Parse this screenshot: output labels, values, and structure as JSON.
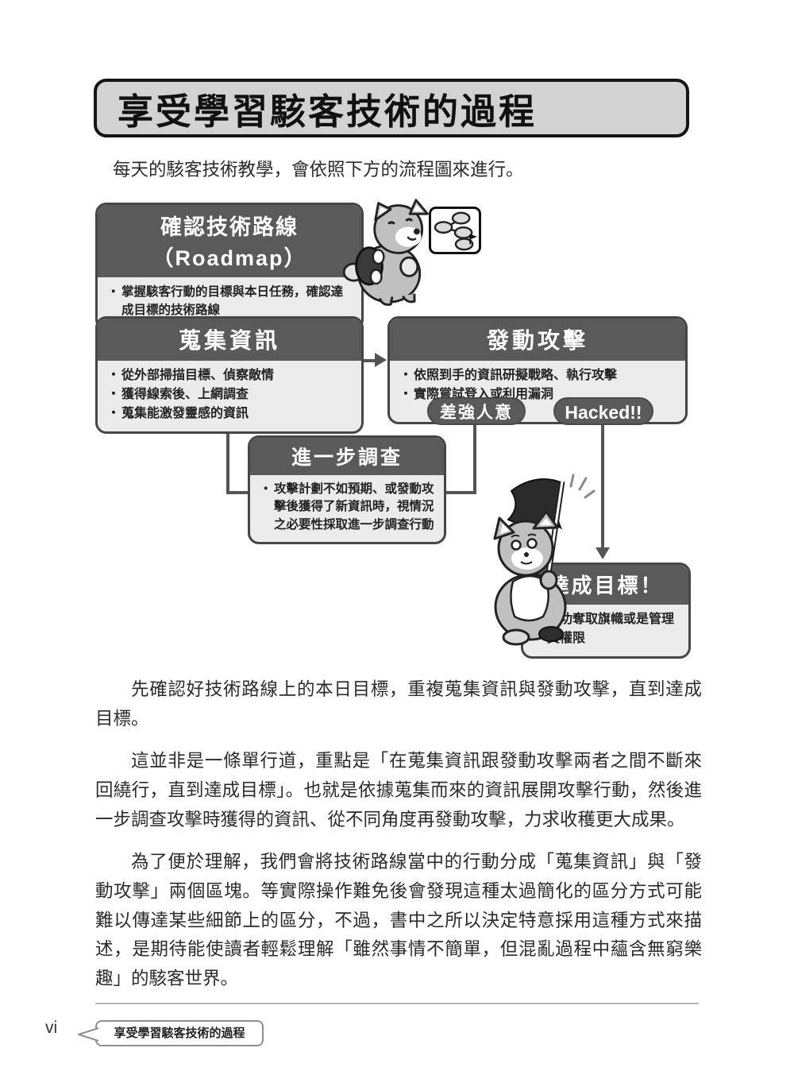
{
  "page": {
    "title": "享受學習駭客技術的過程",
    "intro": "每天的駭客技術教學，會依照下方的流程圖來進行。",
    "page_number": "vi",
    "footer_tab_label": "享受學習駭客技術的過程"
  },
  "flowchart": {
    "boxes": [
      {
        "title": "確認技術路線（Roadmap）",
        "bullets": [
          "掌握駭客行動的目標與本日任務，確認達成目標的技術路線"
        ]
      },
      {
        "title": "蒐集資訊",
        "bullets": [
          "從外部掃描目標、偵察敵情",
          "獲得線索後、上網調查",
          "蒐集能激發靈感的資訊"
        ]
      },
      {
        "title": "發動攻擊",
        "bullets": [
          "依照到手的資訊研擬戰略、執行攻擊",
          "實際嘗試登入或利用漏洞"
        ]
      },
      {
        "title": "進一步調查",
        "bullets": [
          "攻擊計劃不如預期、或發動攻擊後獲得了新資訊時，視情況之必要性採取進一步調查行動"
        ]
      },
      {
        "title": "達成目標！",
        "bullets": [
          "成功奪取旗幟或是管理員權限"
        ]
      }
    ],
    "labels": {
      "unsatisfied": "差強人意",
      "hacked": "Hacked!!"
    },
    "icons": {
      "shiba": "shiba-dog-with-backpack",
      "roadmap": "roadmap-node-diagram",
      "fox_flag": "fox-holding-captured-flag"
    }
  },
  "paragraphs": [
    "先確認好技術路線上的本日目標，重複蒐集資訊與發動攻擊，直到達成目標。",
    "這並非是一條單行道，重點是「在蒐集資訊跟發動攻擊兩者之間不斷來回繞行，直到達成目標」。也就是依據蒐集而來的資訊展開攻擊行動，然後進一步調查攻擊時獲得的資訊、從不同角度再發動攻擊，力求收穫更大成果。",
    "為了便於理解，我們會將技術路線當中的行動分成「蒐集資訊」與「發動攻擊」兩個區塊。等實際操作難免後會發現這種太過簡化的區分方式可能難以傳達某些細節上的區分，不過，書中之所以決定特意採用這種方式來描述，是期待能使讀者輕鬆理解「雖然事情不簡單，但混亂過程中蘊含無窮樂趣」的駭客世界。"
  ],
  "colors": {
    "box_header_bg": "#5a5a5a",
    "box_body_bg": "#ebebeb",
    "box_border": "#464646",
    "title_box_bg": "#d2d2d2",
    "connector": "#555555"
  }
}
